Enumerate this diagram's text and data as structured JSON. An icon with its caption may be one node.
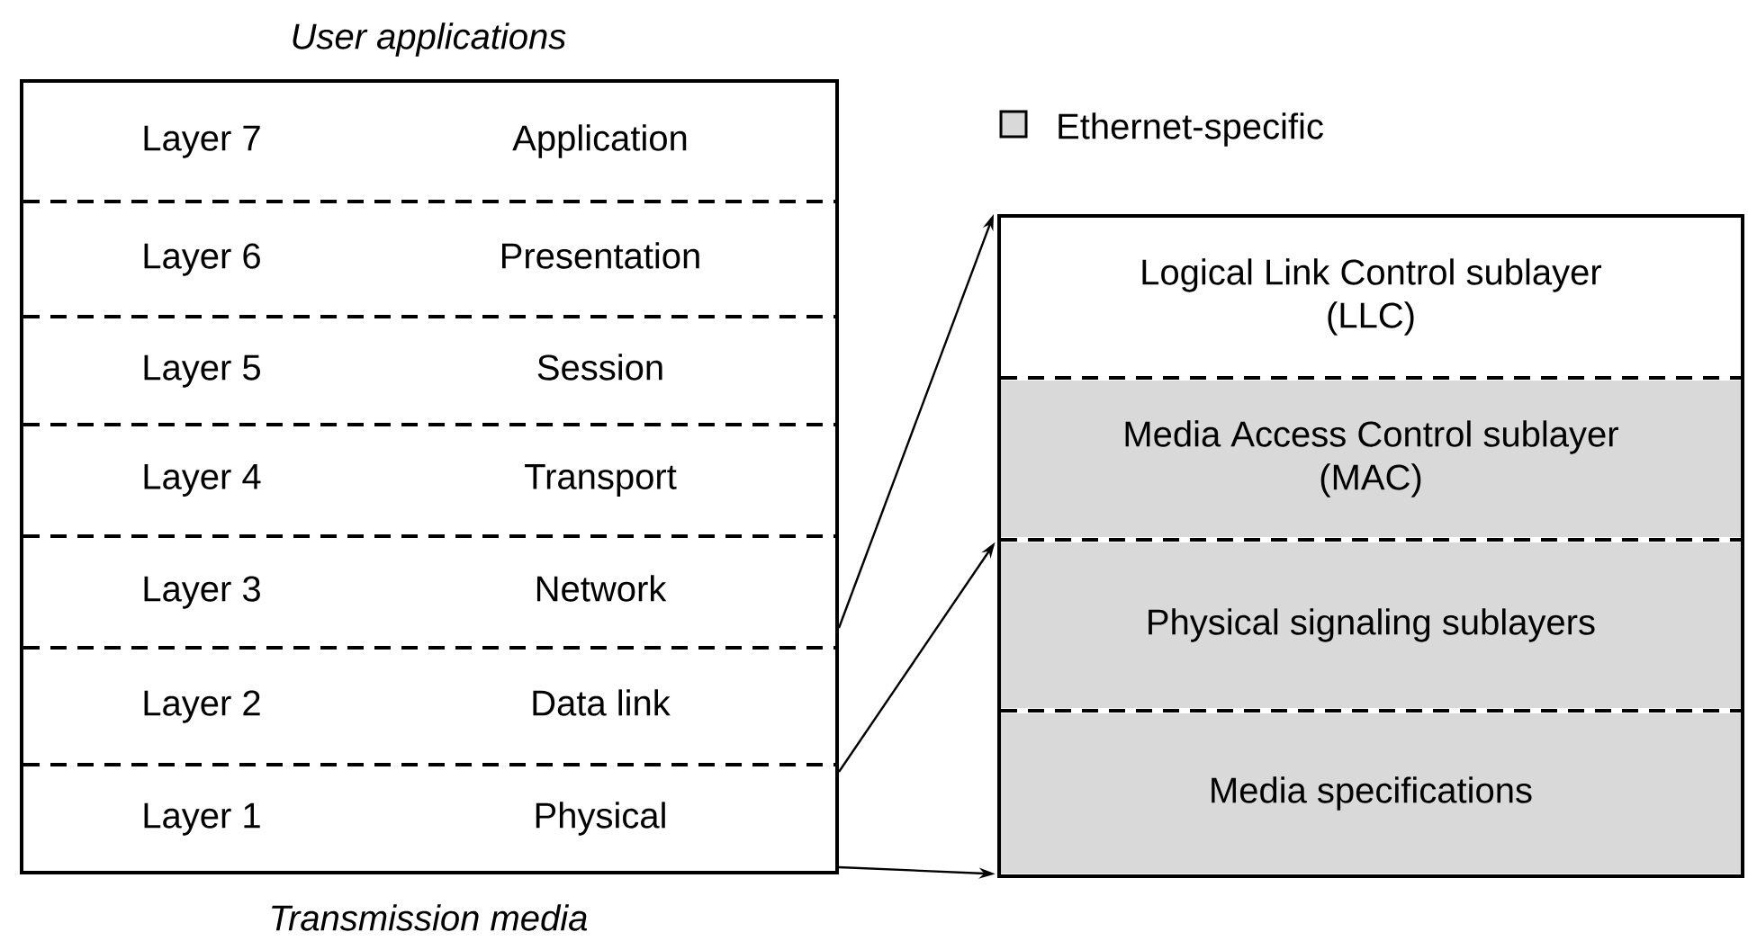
{
  "diagram": {
    "nodes": [
      {
        "text": [],
        "shape": "box"
      },
      {
        "text": [
          "Layer 7",
          "Application"
        ],
        "in": 0
      },
      {
        "text": [
          "Layer 6",
          "Presentation"
        ],
        "in": 0
      },
      {
        "text": [
          "Layer 5",
          "Session"
        ],
        "in": 0
      },
      {
        "text": [
          "Layer 4",
          "Transport"
        ],
        "in": 0
      },
      {
        "text": [
          "Layer 3",
          "Network"
        ],
        "in": 0
      },
      {
        "text": [
          "Layer 2",
          "Data link"
        ],
        "in": 0
      },
      {
        "text": [
          "Layer 1",
          "Physical"
        ],
        "in": 0
      },
      {
        "text": [],
        "shape": "box"
      },
      {
        "text": [
          "Logical Link Control sublayer (LLC)"
        ],
        "in": 8
      },
      {
        "text": [
          "Media Access Control sublayer (MAC)"
        ],
        "in": 8
      },
      {
        "text": [
          "Physical signaling sublayers"
        ],
        "in": 8
      },
      {
        "text": [
          "Media specifications"
        ],
        "in": 8
      }
    ],
    "edges": [
      {
        "from": 0,
        "to": 8,
        "arrow": "to"
      },
      {
        "from": 0,
        "to": 11,
        "arrow": "to"
      },
      {
        "from": 0,
        "to": 12,
        "arrow": "to"
      }
    ],
    "labels": [
      "User applications",
      "Transmission media"
    ],
    "legend": [
      {
        "text": "Ethernet-specific",
        "color": "#d9d9d9"
      }
    ]
  }
}
